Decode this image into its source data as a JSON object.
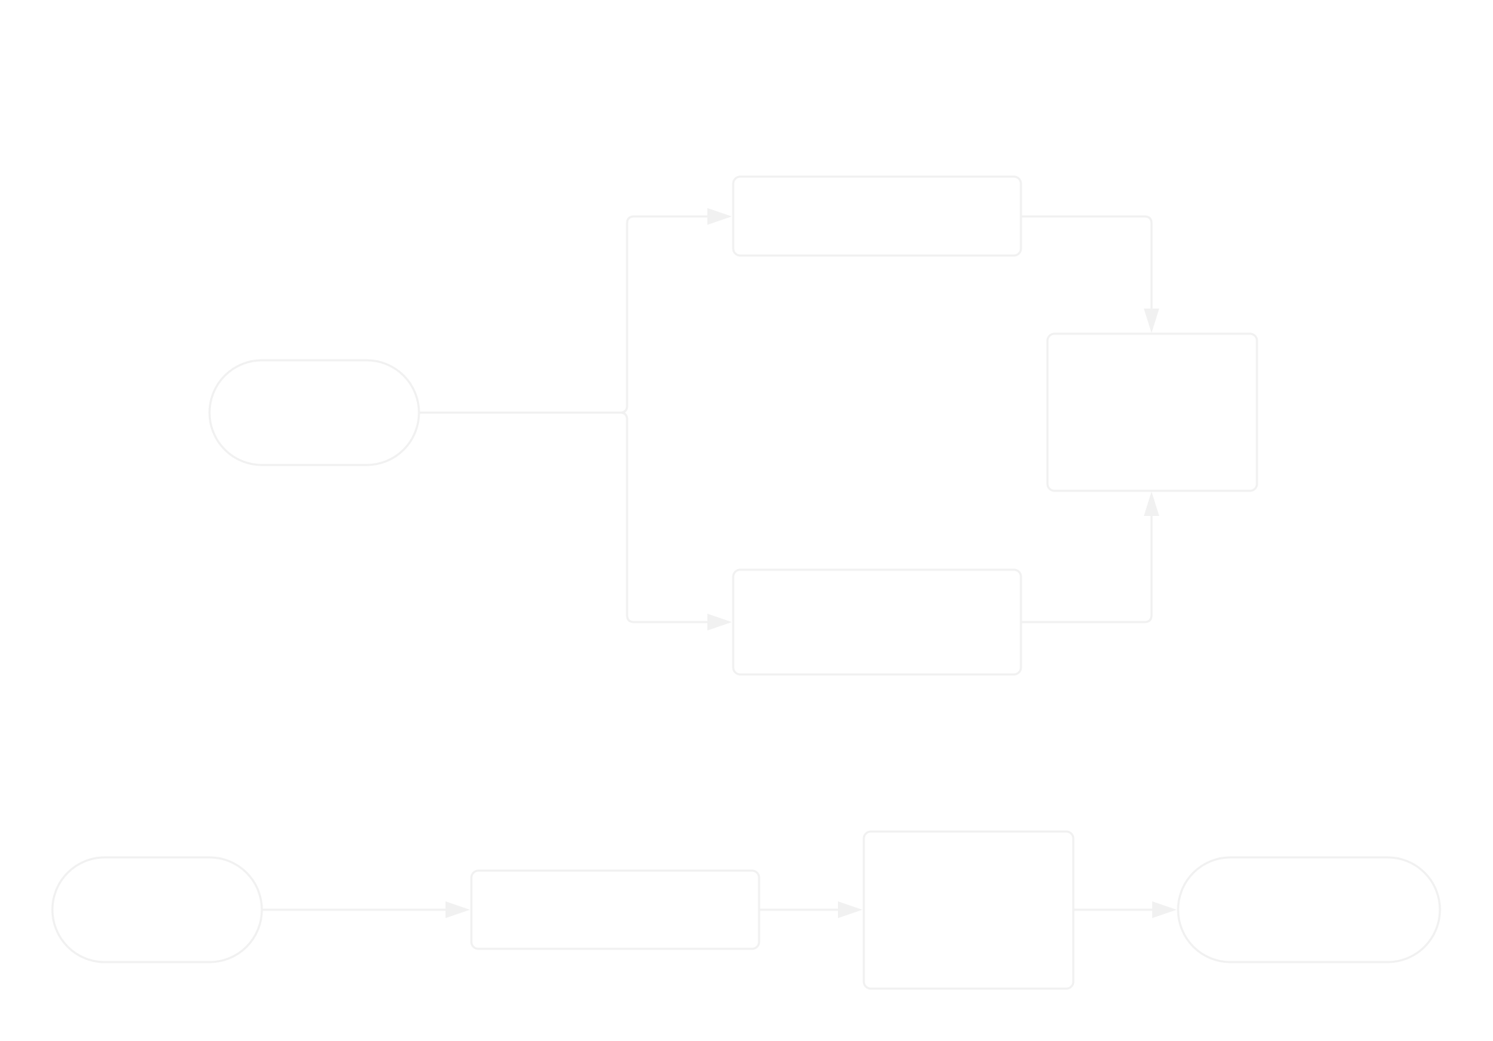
{
  "colors": {
    "stroke": "#f1f1f1",
    "background": "#ffffff"
  },
  "diagram": {
    "nodes": [
      {
        "id": "start-a",
        "shape": "pill",
        "label": ""
      },
      {
        "id": "task-a1",
        "shape": "rect",
        "label": ""
      },
      {
        "id": "task-a2",
        "shape": "rect",
        "label": ""
      },
      {
        "id": "merge-a",
        "shape": "rect",
        "label": ""
      },
      {
        "id": "start-b",
        "shape": "pill",
        "label": ""
      },
      {
        "id": "task-b1",
        "shape": "rect",
        "label": ""
      },
      {
        "id": "task-b2",
        "shape": "rect",
        "label": ""
      },
      {
        "id": "end-b",
        "shape": "pill",
        "label": ""
      }
    ],
    "edges": [
      {
        "from": "start-a",
        "to": "task-a1"
      },
      {
        "from": "start-a",
        "to": "task-a2"
      },
      {
        "from": "task-a1",
        "to": "merge-a"
      },
      {
        "from": "task-a2",
        "to": "merge-a"
      },
      {
        "from": "start-b",
        "to": "task-b1"
      },
      {
        "from": "task-b1",
        "to": "task-b2"
      },
      {
        "from": "task-b2",
        "to": "end-b"
      }
    ]
  }
}
